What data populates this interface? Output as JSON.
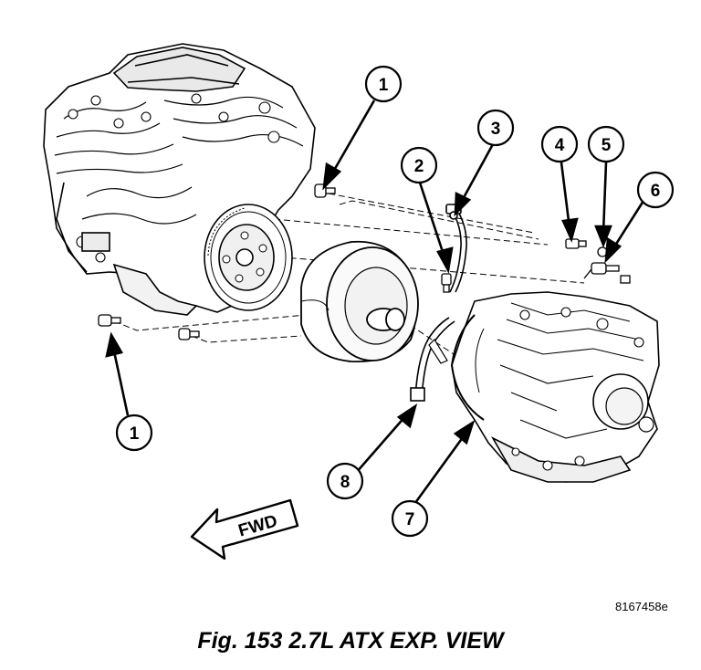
{
  "figure": {
    "caption": "Fig. 153 2.7L ATX EXP. VIEW",
    "reference_code": "8167458e"
  },
  "direction_arrow": {
    "label": "FWD"
  },
  "callouts": [
    {
      "id": "callout-1-top",
      "number": "1"
    },
    {
      "id": "callout-1-bottom",
      "number": "1"
    },
    {
      "id": "callout-2",
      "number": "2"
    },
    {
      "id": "callout-3",
      "number": "3"
    },
    {
      "id": "callout-4",
      "number": "4"
    },
    {
      "id": "callout-5",
      "number": "5"
    },
    {
      "id": "callout-6",
      "number": "6"
    },
    {
      "id": "callout-7",
      "number": "7"
    },
    {
      "id": "callout-8",
      "number": "8"
    }
  ],
  "parts": {
    "engine": "engine-assembly",
    "flexplate": "flexplate",
    "torque_converter": "torque-converter",
    "transaxle": "transaxle",
    "dipstick_tube": "dipstick-tube",
    "cooler_line": "cooler-line"
  }
}
